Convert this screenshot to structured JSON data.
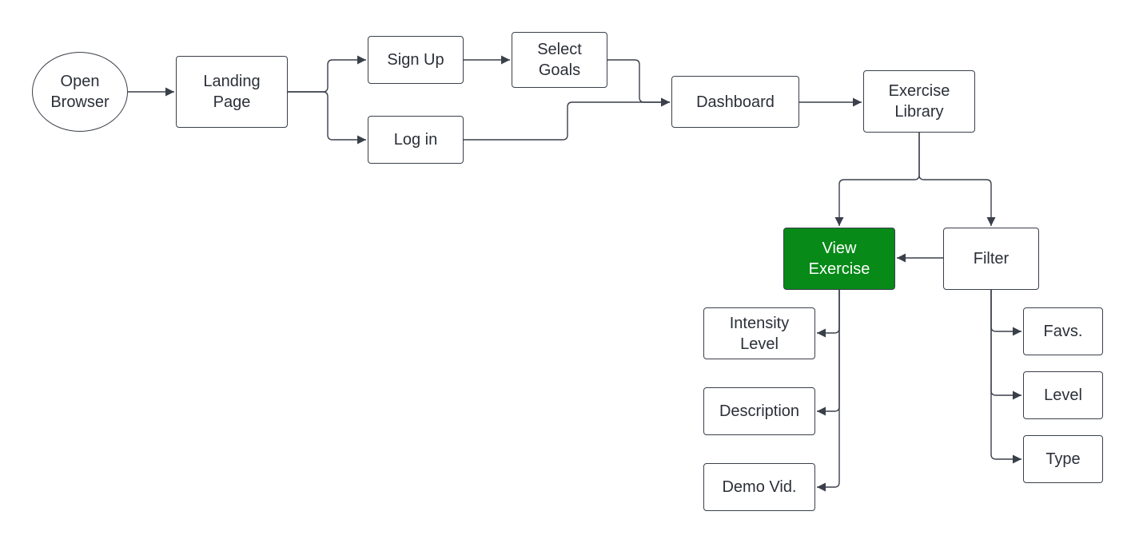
{
  "diagram": {
    "nodes": {
      "open_browser": "Open\nBrowser",
      "landing_page": "Landing\nPage",
      "sign_up": "Sign Up",
      "log_in": "Log in",
      "select_goals": "Select\nGoals",
      "dashboard": "Dashboard",
      "exercise_library": "Exercise\nLibrary",
      "view_exercise": "View\nExercise",
      "filter": "Filter",
      "intensity_level": "Intensity\nLevel",
      "description": "Description",
      "demo_vid": "Demo Vid.",
      "favs": "Favs.",
      "level": "Level",
      "type": "Type"
    },
    "colors": {
      "highlight_fill": "#078a17",
      "stroke": "#3a3f4a",
      "text": "#2b2f38"
    }
  }
}
